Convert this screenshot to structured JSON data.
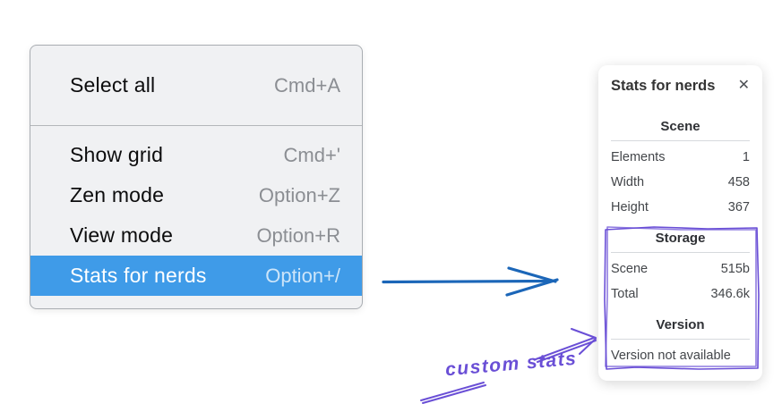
{
  "colors": {
    "menu_background": "#f0f1f3",
    "menu_border": "#a9adb2",
    "menu_highlight": "#3f9be8",
    "menu_shortcut_text": "#8b8e93",
    "arrow_blue": "#1b66b8",
    "annotation_purple": "#6a4fd6",
    "panel_background": "#ffffff",
    "panel_divider": "#d6d9dd"
  },
  "context_menu": {
    "groups": [
      {
        "items": [
          {
            "label": "Select all",
            "shortcut": "Cmd+A",
            "highlighted": false
          }
        ]
      },
      {
        "items": [
          {
            "label": "Show grid",
            "shortcut": "Cmd+'",
            "highlighted": false
          },
          {
            "label": "Zen mode",
            "shortcut": "Option+Z",
            "highlighted": false
          },
          {
            "label": "View mode",
            "shortcut": "Option+R",
            "highlighted": false
          },
          {
            "label": "Stats for nerds",
            "shortcut": "Option+/",
            "highlighted": true
          }
        ]
      }
    ]
  },
  "stats_panel": {
    "title": "Stats for nerds",
    "close_icon": "✕",
    "sections": [
      {
        "heading": "Scene",
        "rows": [
          [
            "Elements",
            "1"
          ],
          [
            "Width",
            "458"
          ],
          [
            "Height",
            "367"
          ]
        ]
      },
      {
        "heading": "Storage",
        "rows": [
          [
            "Scene",
            "515b"
          ],
          [
            "Total",
            "346.6k"
          ]
        ],
        "in_annotation_box": true
      },
      {
        "heading": "Version",
        "note": "Version not available",
        "in_annotation_box": true
      }
    ]
  },
  "annotation": {
    "label": "custom stats"
  }
}
